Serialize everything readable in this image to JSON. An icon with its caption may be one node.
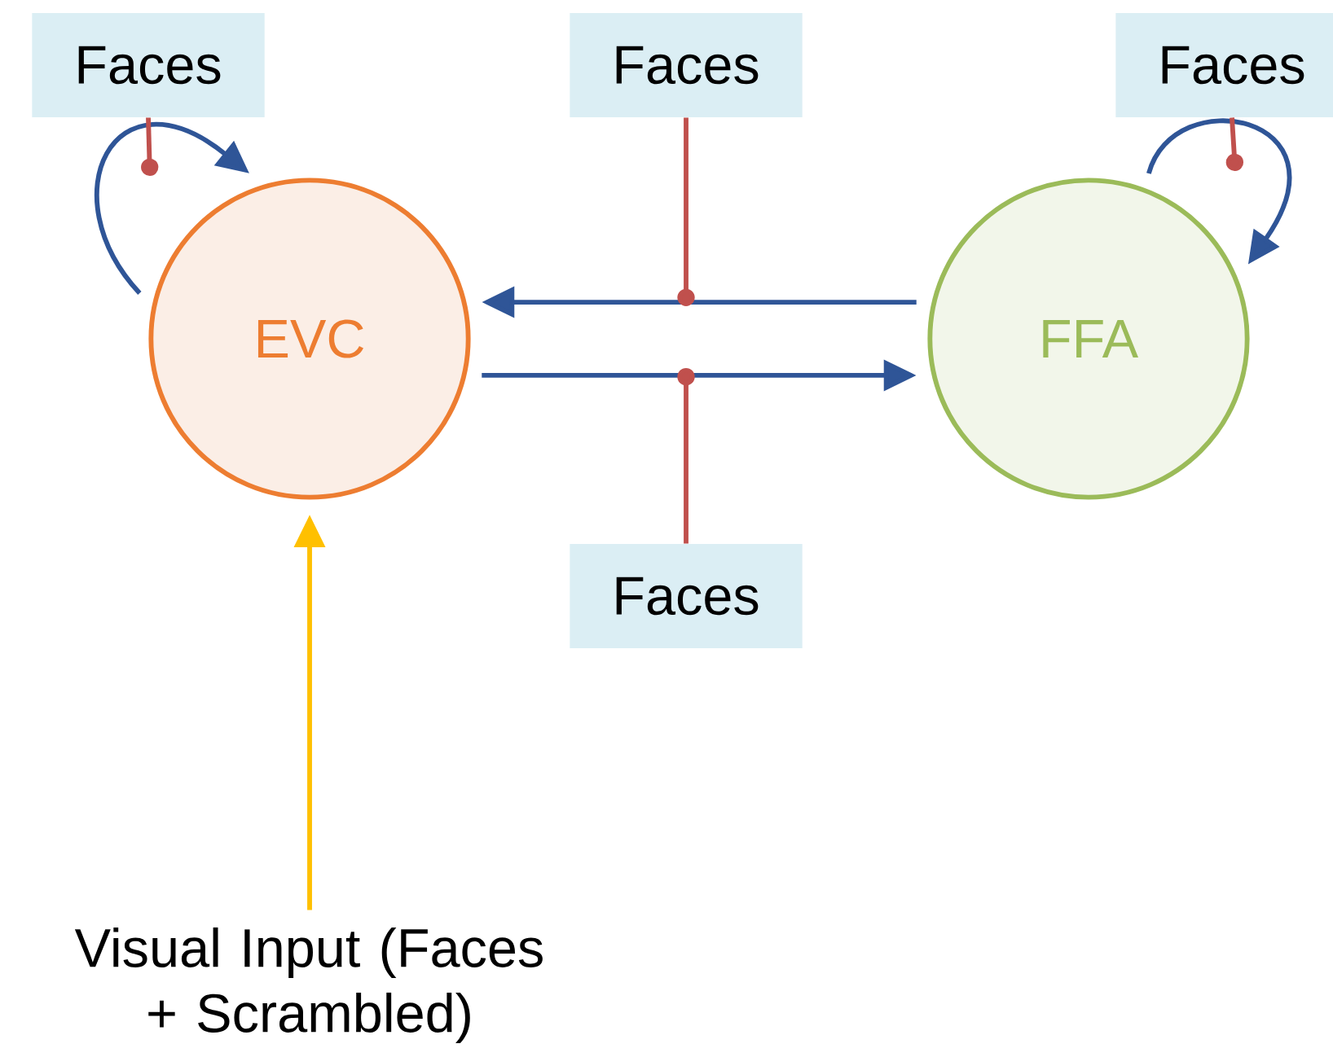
{
  "diagram": {
    "nodes": [
      {
        "text": [
          "Faces"
        ]
      },
      {
        "text": [
          "Faces"
        ]
      },
      {
        "text": [
          "Faces"
        ]
      },
      {
        "text": [
          "EVC"
        ]
      },
      {
        "text": [
          "FFA"
        ]
      },
      {
        "text": [
          "Faces"
        ]
      },
      {
        "text": [
          "Visual Input (Faces + Scrambled)"
        ]
      }
    ],
    "edges": [
      {
        "from": 4,
        "to": 3,
        "arrow": "to",
        "color": "#2f5597"
      },
      {
        "from": 3,
        "to": 4,
        "arrow": "to",
        "color": "#2f5597"
      },
      {
        "from": 3,
        "to": 3,
        "arrow": "to",
        "color": "#2f5597"
      },
      {
        "from": 4,
        "to": 4,
        "arrow": "to",
        "color": "#2f5597"
      },
      {
        "from": 0,
        "to": null,
        "arrow": "other",
        "color": "#c0504d"
      },
      {
        "from": 1,
        "to": null,
        "arrow": "other",
        "color": "#c0504d"
      },
      {
        "from": 5,
        "to": null,
        "arrow": "other",
        "color": "#c0504d"
      },
      {
        "from": 2,
        "to": null,
        "arrow": "other",
        "color": "#c0504d"
      },
      {
        "from": 6,
        "to": 3,
        "arrow": "to",
        "color": "#ffc000"
      }
    ]
  }
}
